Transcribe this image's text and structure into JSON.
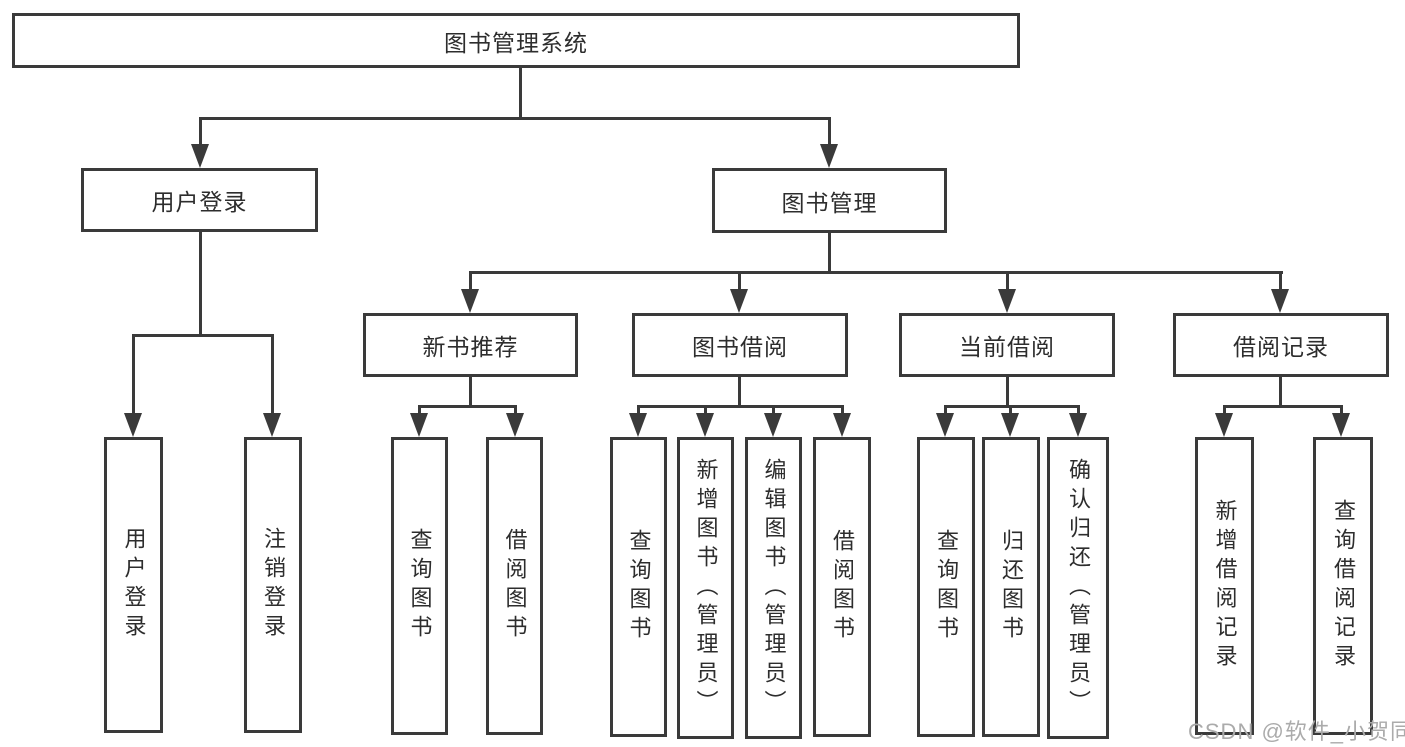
{
  "diagram": {
    "root": {
      "label": "图书管理系统"
    },
    "level2": [
      {
        "label": "用户登录"
      },
      {
        "label": "图书管理"
      }
    ],
    "level3": [
      {
        "label": "新书推荐"
      },
      {
        "label": "图书借阅"
      },
      {
        "label": "当前借阅"
      },
      {
        "label": "借阅记录"
      }
    ],
    "leaves": [
      {
        "label": "用户登录",
        "parent": "用户登录"
      },
      {
        "label": "注销登录",
        "parent": "用户登录"
      },
      {
        "label": "查询图书",
        "parent": "新书推荐"
      },
      {
        "label": "借阅图书",
        "parent": "新书推荐"
      },
      {
        "label": "查询图书",
        "parent": "图书借阅"
      },
      {
        "label": "新增图书（管理员）",
        "parent": "图书借阅"
      },
      {
        "label": "编辑图书（管理员）",
        "parent": "图书借阅"
      },
      {
        "label": "借阅图书",
        "parent": "图书借阅"
      },
      {
        "label": "查询图书",
        "parent": "当前借阅"
      },
      {
        "label": "归还图书",
        "parent": "当前借阅"
      },
      {
        "label": "确认归还（管理员）",
        "parent": "当前借阅"
      },
      {
        "label": "新增借阅记录",
        "parent": "借阅记录"
      },
      {
        "label": "查询借阅记录",
        "parent": "借阅记录"
      }
    ],
    "colors": {
      "line": "#3a3a3a",
      "text": "#2d2d2d",
      "background": "#ffffff",
      "watermark": "#ababab"
    }
  },
  "watermark": {
    "text": "CSDN @软件_小贺同学"
  }
}
